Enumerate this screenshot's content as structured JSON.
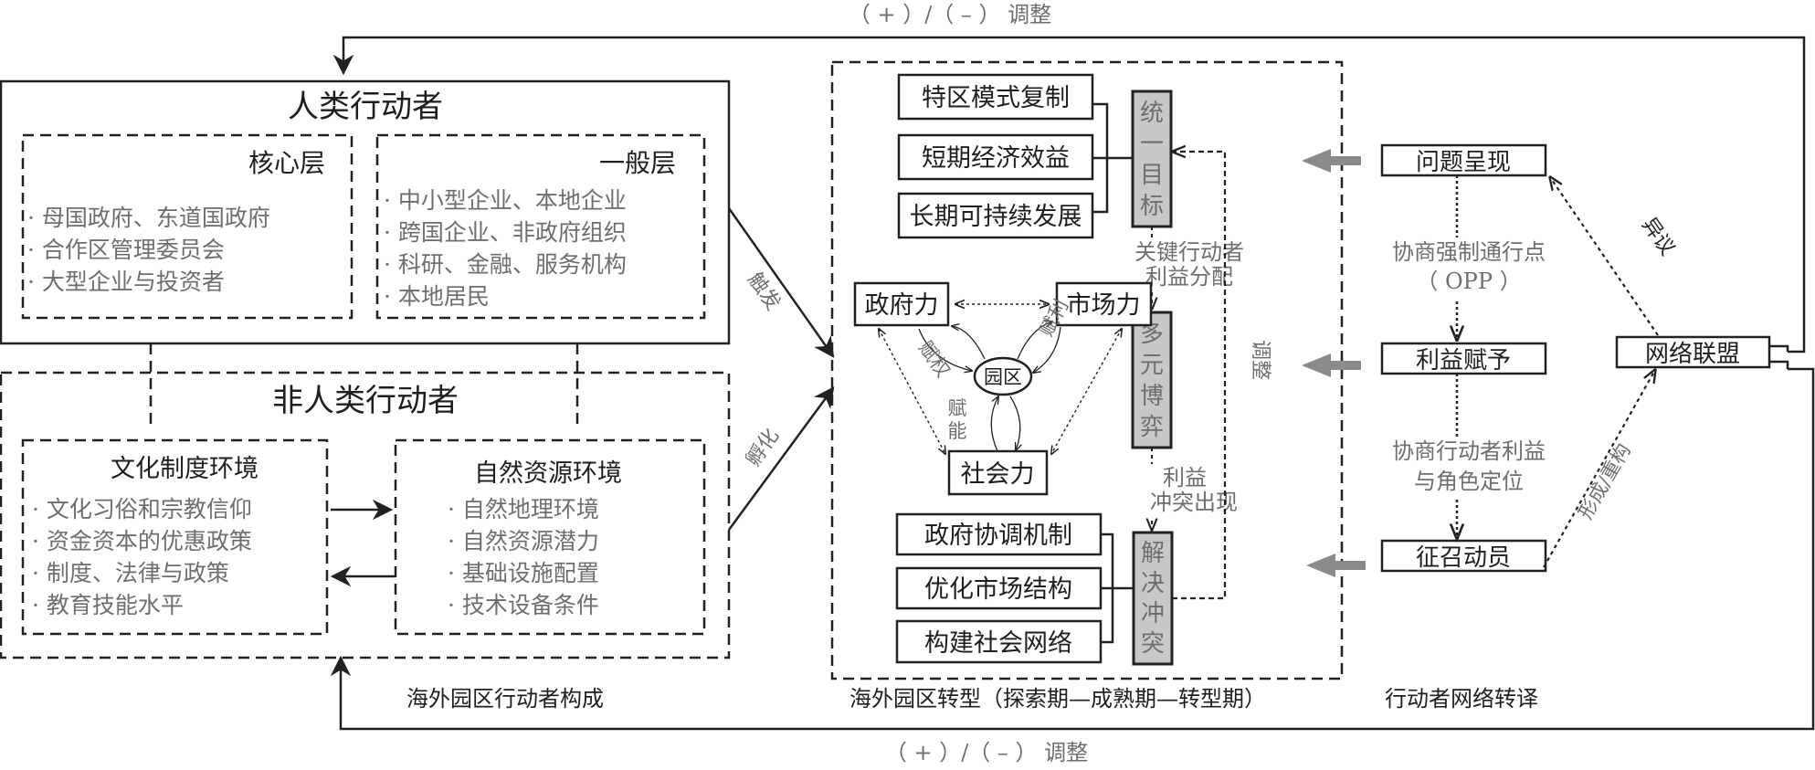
{
  "feedback": {
    "top_label": "（ + ）/（ – ） 调整",
    "bottom_label": "（ + ）/（ – ） 调整"
  },
  "composition": {
    "caption": "海外园区行动者构成",
    "human": {
      "title": "人类行动者",
      "core": {
        "title": "核心层",
        "items": [
          "· 母国政府、东道国政府",
          "· 合作区管理委员会",
          "· 大型企业与投资者"
        ]
      },
      "general": {
        "title": "一般层",
        "items": [
          "· 中小型企业、本地企业",
          "· 跨国企业、非政府组织",
          "· 科研、金融、服务机构",
          "· 本地居民"
        ]
      }
    },
    "nonhuman": {
      "title": "非人类行动者",
      "culture": {
        "title": "文化制度环境",
        "items": [
          "· 文化习俗和宗教信仰",
          "· 资金资本的优惠政策",
          "· 制度、法律与政策",
          "· 教育技能水平"
        ]
      },
      "nature": {
        "title": "自然资源环境",
        "items": [
          "· 自然地理环境",
          "· 自然资源潜力",
          "· 基础设施配置",
          "· 技术设备条件"
        ]
      }
    },
    "arrow_trigger": "触发",
    "arrow_incubate": "孵化"
  },
  "transformation": {
    "caption": "海外园区转型（探索期—成熟期—转型期）",
    "goals": [
      "特区模式复制",
      "短期经济效益",
      "长期可持续发展"
    ],
    "stage_unify": [
      "统",
      "一",
      "目",
      "标"
    ],
    "label_key_actor": [
      "关键行动者",
      "利益分配"
    ],
    "stage_game": [
      "多",
      "元",
      "博",
      "弈"
    ],
    "label_conflict": [
      "利益",
      "冲突出现"
    ],
    "stage_resolve": [
      "解",
      "决",
      "冲",
      "突"
    ],
    "label_adjust": [
      "调",
      "整"
    ],
    "solutions": [
      "政府协调机制",
      "优化市场结构",
      "构建社会网络"
    ],
    "forces": {
      "government": "政府力",
      "market": "市场力",
      "society": "社会力",
      "park": "园区",
      "empower_right": "赋权",
      "empower_profit": "赋利",
      "empower_ability": [
        "赋",
        "能"
      ]
    }
  },
  "translation": {
    "caption": "行动者网络转译",
    "problem": "问题呈现",
    "opp_label": [
      "协商强制通行点",
      "（ OPP ）"
    ],
    "interest": "利益赋予",
    "role_label": [
      "协商行动者利益",
      "与角色定位"
    ],
    "enrol": "征召动员",
    "alliance": "网络联盟",
    "objection": "异议",
    "form_rebuild": "形成/重构"
  }
}
